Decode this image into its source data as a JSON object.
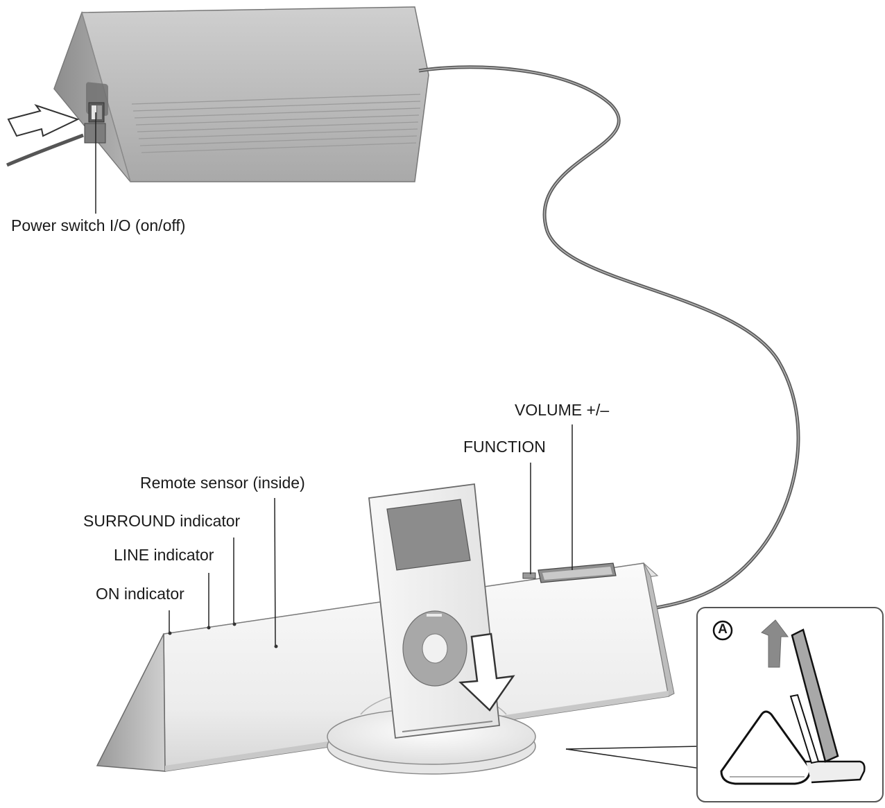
{
  "labels": {
    "power_switch": "Power switch I/O (on/off)",
    "volume": "VOLUME +/–",
    "function": "FUNCTION",
    "remote_sensor": "Remote sensor (inside)",
    "surround": "SURROUND indicator",
    "line": "LINE indicator",
    "on": "ON indicator"
  },
  "inset": {
    "marker": "A"
  }
}
